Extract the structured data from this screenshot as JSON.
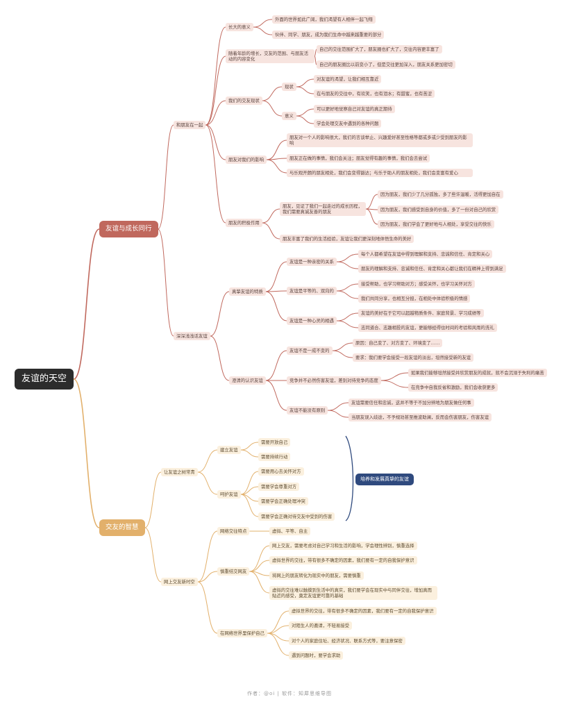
{
  "root": "友谊的天空",
  "branches": {
    "b1": {
      "label": "友谊与成长同行",
      "n1": {
        "label": "和朋友在一起",
        "a": {
          "label": "长大的意义",
          "items": [
            "外面的世界如此广阔，我们渴望有人相伴一起飞翔",
            "伙伴、同学、朋友，成为我们生命中越来越重要的部分"
          ]
        },
        "b": {
          "label": "随着年龄的增长，交友的范围、与朋友活动的内容变化",
          "items": [
            "自己的交往范围扩大了，朋友圈也扩大了，交往内容更丰富了",
            "自己的朋友圈比以前变小了，但是交往更加深入，朋友关系更加密切"
          ]
        },
        "c": {
          "label": "我们的交友现状",
          "s1": {
            "label": "现状",
            "items": [
              "对友谊的渴望，让我们相互靠近",
              "在与朋友的交往中，有欢笑，也有泪水；有甜蜜，也有苦涩"
            ]
          },
          "s2": {
            "label": "意义",
            "items": [
              "可以更好地觉察自己对友谊的真正期待",
              "学会处理交友中遇到的各种问题"
            ]
          }
        },
        "d": {
          "label": "朋友对我们的影响",
          "items": [
            "朋友对一个人的影响很大，我们的言谈举止、兴趣爱好甚至性格等都或多或少受到朋友的影响",
            "朋友正在做的事情，我们会关注；朋友觉得有趣的事情，我们会去尝试",
            "与乐观开朗的朋友相处，我们会变得豁达；与乐于助人的朋友相处，我们会变富有爱心"
          ]
        },
        "e": {
          "label": "朋友的积极作用",
          "s1": {
            "label": "朋友，见证了我们一起走过的成长历程，我们需要真诚友善的朋友",
            "items": [
              "因为朋友，我们少了几分孤独，多了些许温暖，活得更加自在",
              "因为朋友，我们感受到自身的价值，多了一份对自己的欣赏",
              "因为朋友，我们学会了更好地与人相处，享受交往的快乐"
            ]
          },
          "s2": {
            "label": "朋友丰富了我们的生活经验，友谊让我们更深刻地体悟生命的美好"
          }
        }
      },
      "n2": {
        "label": "深深浅浅话友谊",
        "a": {
          "label": "真挚友谊的特质",
          "s1": {
            "label": "友谊是一种亲密的关系",
            "items": [
              "每个人都希望在友谊中得到理解和支持、忠诚和信任、肯定和关心",
              "朋友的理解和支持、忠诚和信任、肯定和关心都让我们在精神上得到满足"
            ]
          },
          "s2": {
            "label": "友谊是平等的、双向的",
            "items": [
              "接受帮助，也学习帮助对方；感受关怀，也学习关怀对方",
              "我们共同分享，也相互分担，在相处中体验积极的情感"
            ]
          },
          "s3": {
            "label": "友谊是一种心灵的相遇",
            "items": [
              "友谊的美好在于它可以超越物质条件、家庭背景、学习成绩等",
              "志同道合、志趣相投的友谊，更能够经得住时间的考验和风雨的洗礼"
            ]
          }
        },
        "b": {
          "label": "澄清的认识友谊",
          "s1": {
            "label": "友谊不是一成不变的",
            "items": [
              "原因：自己变了、对方变了、环境变了……",
              "要求：我们要学会接受一段友谊的淡出，坦然接受新的友谊"
            ]
          },
          "s2": {
            "label": "竞争并不必然伤害友谊，差别对待竞争的态度",
            "items": [
              "如果我们能够坦然接受并欣赏朋友的成就，就不会沉溺于失利的痛苦",
              "在竞争中自我反省和激励，我们会收获更多"
            ]
          },
          "s3": {
            "label": "友谊不能没有原则",
            "items": [
              "友谊需要信任和忠诚，这并不等于不加分辨地为朋友做任何事",
              "当朋友误入歧途，不予规劝甚至推波助澜，反而会伤害朋友，伤害友谊"
            ]
          }
        }
      }
    },
    "b2": {
      "label": "交友的智慧",
      "n1": {
        "label": "让友谊之树常青",
        "a": {
          "label": "建立友谊",
          "items": [
            "需要开放自己",
            "需要持续行动"
          ]
        },
        "b": {
          "label": "呵护友谊",
          "items": [
            "需要用心去关怀对方",
            "需要学会尊重对方",
            "需要学会正确处理冲突",
            "需要学会正确对待交友中受到的伤害"
          ]
        },
        "summary": "培养和发展真挚的友谊"
      },
      "n2": {
        "label": "网上交友新时空",
        "a": {
          "label": "网络交往特点",
          "items": [
            "虚拟、平等、自主"
          ]
        },
        "b": {
          "label": "慎重结交网友",
          "items": [
            "网上交友，需要考虑对自己学习和生活的影响，学会理性辨别，慎重选择",
            "虚拟世界的交往，带有很多不确定的因素，我们要有一定的自我保护意识",
            "将网上的朋友转化为现实中的朋友，需要慎重",
            "虚拟的交往难以触摸到生活中的真实，我们要学会在现实中与同伴交往，增加真而贴近的感受，奠定友谊更可靠的基础"
          ]
        },
        "c": {
          "label": "在网络世界里保护自己",
          "items": [
            "虚拟世界的交往，带有很多不确定的因素，我们要有一定的自我保护意识",
            "对陌生人的邀请，不轻易接受",
            "对个人的家庭住址、经济状况、联系方式等，要注意保密",
            "遇到问题时，要学会求助"
          ]
        }
      }
    }
  },
  "footer": "作者：@oi | 软件：知犀思维导图",
  "colors": {
    "root": "#2c2c2c",
    "red_branch": "#c0685d",
    "red_light": "#f7e4df",
    "gold_branch": "#e2b06b",
    "gold_light": "#fbf0de",
    "summary": "#2f4a7e"
  }
}
